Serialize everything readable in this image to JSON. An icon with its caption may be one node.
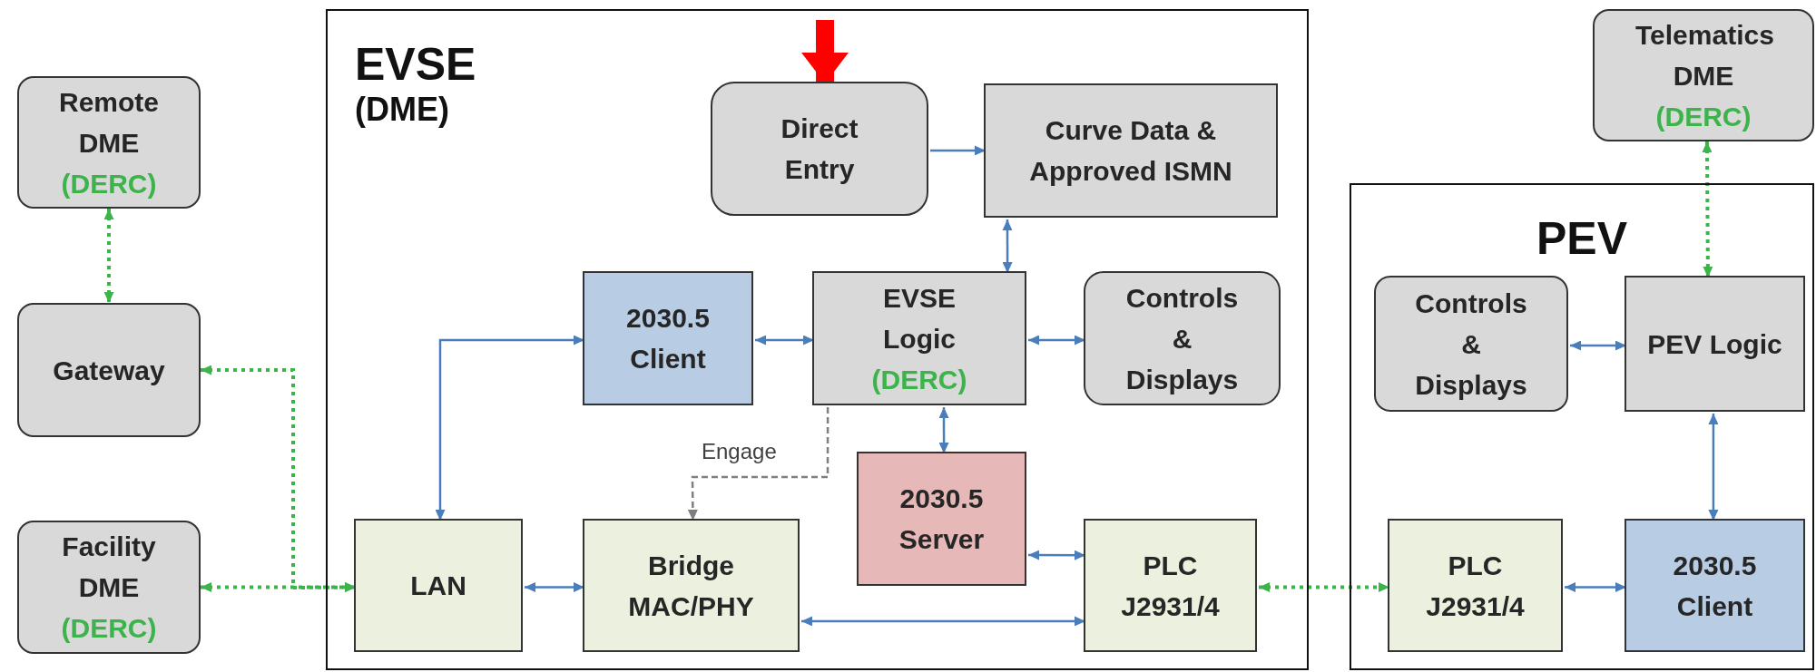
{
  "diagram": {
    "nodes": [
      {
        "text": [
          "Remote DME",
          "(DERC)"
        ]
      },
      {
        "text": [
          "Gateway"
        ]
      },
      {
        "text": [
          "Facility DME",
          "(DERC)"
        ]
      },
      {
        "text": [
          "EVSE",
          "(DME)"
        ]
      },
      {
        "text": [
          "Direct Entry"
        ],
        "in": 3
      },
      {
        "text": [
          "Curve Data & Approved ISMN"
        ],
        "in": 3
      },
      {
        "text": [
          "2030.5 Client"
        ],
        "in": 3
      },
      {
        "text": [
          "EVSE Logic",
          "(DERC)"
        ],
        "in": 3
      },
      {
        "text": [
          "Controls & Displays"
        ],
        "in": 3
      },
      {
        "text": [
          "2030.5 Server"
        ],
        "in": 3
      },
      {
        "text": [
          "LAN"
        ],
        "in": 3
      },
      {
        "text": [
          "Bridge MAC/PHY"
        ],
        "in": 3
      },
      {
        "text": [
          "PLC J2931/4"
        ],
        "in": 3
      },
      {
        "text": [
          "Telematics DME",
          "(DERC)"
        ]
      },
      {
        "text": [
          "PEV"
        ]
      },
      {
        "text": [
          "Controls & Displays"
        ],
        "in": 14
      },
      {
        "text": [
          "PEV Logic"
        ],
        "in": 14
      },
      {
        "text": [
          "PLC J2931/4"
        ],
        "in": 14
      },
      {
        "text": [
          "2030.5 Client"
        ],
        "in": 14
      }
    ],
    "edges": [
      {
        "from": 0,
        "to": 1,
        "arrow": "both",
        "style": "dashed",
        "color": "#3cb44b"
      },
      {
        "from": 1,
        "to": 10,
        "arrow": "both",
        "style": "dashed",
        "color": "#3cb44b"
      },
      {
        "from": 2,
        "to": 10,
        "arrow": "both",
        "style": "dashed",
        "color": "#3cb44b"
      },
      {
        "from": null,
        "to": 4,
        "arrow": "to",
        "style": "thick",
        "color": "#ff0000"
      },
      {
        "from": 4,
        "to": 5,
        "arrow": "to"
      },
      {
        "from": 5,
        "to": 7,
        "arrow": "both"
      },
      {
        "from": 10,
        "to": 6,
        "arrow": "both"
      },
      {
        "from": 6,
        "to": 7,
        "arrow": "both"
      },
      {
        "from": 7,
        "to": 8,
        "arrow": "both"
      },
      {
        "from": 7,
        "to": 11,
        "arrow": "to",
        "label": "Engage",
        "style": "dashed",
        "color": "#7f7f7f"
      },
      {
        "from": 7,
        "to": 9,
        "arrow": "both"
      },
      {
        "from": 9,
        "to": 12,
        "arrow": "both"
      },
      {
        "from": 10,
        "to": 11,
        "arrow": "both"
      },
      {
        "from": 11,
        "to": 12,
        "arrow": "both"
      },
      {
        "from": 12,
        "to": 17,
        "arrow": "both",
        "style": "dashed",
        "color": "#3cb44b"
      },
      {
        "from": 13,
        "to": 16,
        "arrow": "both",
        "style": "dashed",
        "color": "#3cb44b"
      },
      {
        "from": 15,
        "to": 16,
        "arrow": "both"
      },
      {
        "from": 16,
        "to": 18,
        "arrow": "both"
      },
      {
        "from": 17,
        "to": 18,
        "arrow": "both"
      }
    ]
  }
}
